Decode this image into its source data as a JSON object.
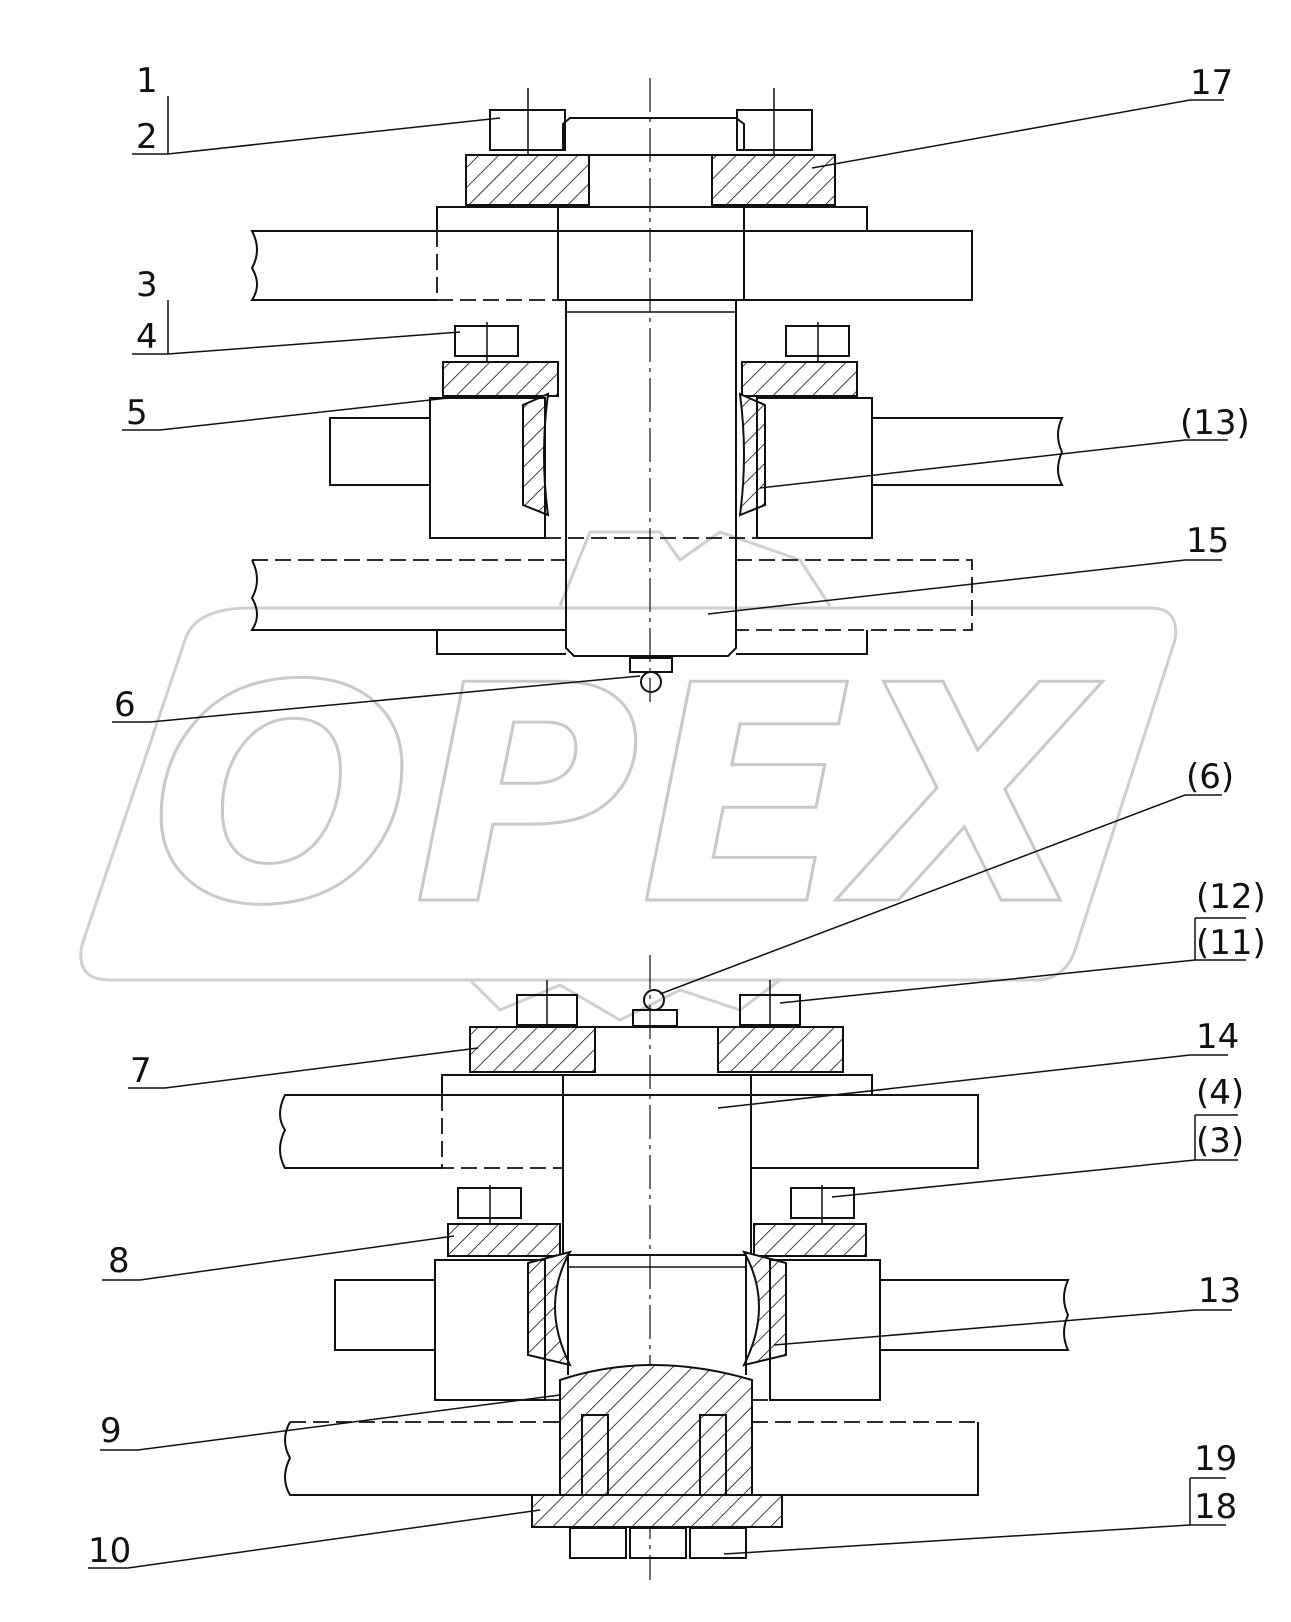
{
  "watermark": "OPEX",
  "callouts": {
    "c1": "1",
    "c2": "2",
    "c17": "17",
    "c3": "3",
    "c4": "4",
    "c5": "5",
    "c13p": "(13)",
    "c15": "15",
    "c6": "6",
    "c6p": "(6)",
    "c12p": "(12)",
    "c11p": "(11)",
    "c7": "7",
    "c14": "14",
    "c4p": "(4)",
    "c3p": "(3)",
    "c8": "8",
    "c13": "13",
    "c9": "9",
    "c19": "19",
    "c18": "18",
    "c10": "10"
  }
}
